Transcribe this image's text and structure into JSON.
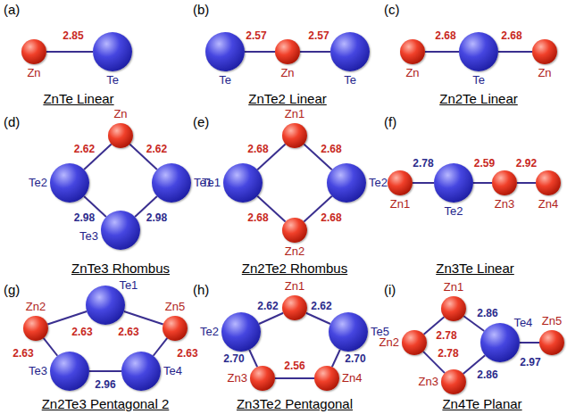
{
  "diagram": {
    "nodes": [
      {
        "text": [
          "Zn"
        ]
      },
      {
        "text": [
          "Te"
        ]
      },
      {
        "text": [
          "Te"
        ]
      },
      {
        "text": [
          "Zn"
        ]
      },
      {
        "text": [
          "Te"
        ]
      },
      {
        "text": [
          "Zn"
        ]
      },
      {
        "text": [
          "Te"
        ]
      },
      {
        "text": [
          "Zn"
        ]
      },
      {
        "text": [
          "Zn"
        ]
      },
      {
        "text": [
          "Te2"
        ]
      },
      {
        "text": [
          "Te1"
        ]
      },
      {
        "text": [
          "Te3"
        ]
      },
      {
        "text": [
          "Zn1"
        ]
      },
      {
        "text": [
          "Te1"
        ]
      },
      {
        "text": [
          "Te2"
        ]
      },
      {
        "text": [
          "Zn2"
        ]
      },
      {
        "text": [
          "Zn1"
        ]
      },
      {
        "text": [
          "Te2"
        ]
      },
      {
        "text": [
          "Zn3"
        ]
      },
      {
        "text": [
          "Zn4"
        ]
      },
      {
        "text": [
          "Te1"
        ]
      },
      {
        "text": [
          "Zn2"
        ]
      },
      {
        "text": [
          "Zn5"
        ]
      },
      {
        "text": [
          "Te3"
        ]
      },
      {
        "text": [
          "Te4"
        ]
      },
      {
        "text": [
          "Zn1"
        ]
      },
      {
        "text": [
          "Te2"
        ]
      },
      {
        "text": [
          "Te5"
        ]
      },
      {
        "text": [
          "Zn3"
        ]
      },
      {
        "text": [
          "Zn4"
        ]
      },
      {
        "text": [
          "Zn1"
        ]
      },
      {
        "text": [
          "Zn2"
        ]
      },
      {
        "text": [
          "Te4"
        ]
      },
      {
        "text": [
          "Zn3"
        ]
      },
      {
        "text": [
          "Zn5"
        ]
      }
    ],
    "edges": [
      {
        "from": 0,
        "to": 1,
        "arrow": "none",
        "label": "2.85"
      },
      {
        "from": 2,
        "to": 3,
        "arrow": "none",
        "label": "2.57"
      },
      {
        "from": 3,
        "to": 4,
        "arrow": "none",
        "label": "2.57"
      },
      {
        "from": 5,
        "to": 6,
        "arrow": "none",
        "label": "2.68"
      },
      {
        "from": 6,
        "to": 7,
        "arrow": "none",
        "label": "2.68"
      },
      {
        "from": 8,
        "to": 9,
        "arrow": "none",
        "label": "2.62"
      },
      {
        "from": 8,
        "to": 10,
        "arrow": "none",
        "label": "2.62"
      },
      {
        "from": 9,
        "to": 11,
        "arrow": "none",
        "label": "2.98"
      },
      {
        "from": 10,
        "to": 11,
        "arrow": "none",
        "label": "2.98"
      },
      {
        "from": 12,
        "to": 13,
        "arrow": "none",
        "label": "2.68"
      },
      {
        "from": 12,
        "to": 14,
        "arrow": "none",
        "label": "2.68"
      },
      {
        "from": 13,
        "to": 15,
        "arrow": "none",
        "label": "2.68"
      },
      {
        "from": 14,
        "to": 15,
        "arrow": "none",
        "label": "2.68"
      },
      {
        "from": 16,
        "to": 17,
        "arrow": "none",
        "label": "2.78"
      },
      {
        "from": 17,
        "to": 18,
        "arrow": "none",
        "label": "2.59"
      },
      {
        "from": 18,
        "to": 19,
        "arrow": "none",
        "label": "2.92"
      },
      {
        "from": 20,
        "to": 21,
        "arrow": "none",
        "label": "2.63"
      },
      {
        "from": 20,
        "to": 22,
        "arrow": "none",
        "label": "2.63"
      },
      {
        "from": 21,
        "to": 23,
        "arrow": "none",
        "label": "2.63"
      },
      {
        "from": 22,
        "to": 24,
        "arrow": "none",
        "label": "2.63"
      },
      {
        "from": 23,
        "to": 24,
        "arrow": "none",
        "label": "2.96"
      },
      {
        "from": 25,
        "to": 26,
        "arrow": "none",
        "label": "2.62"
      },
      {
        "from": 25,
        "to": 27,
        "arrow": "none",
        "label": "2.62"
      },
      {
        "from": 26,
        "to": 28,
        "arrow": "none",
        "label": "2.70"
      },
      {
        "from": 27,
        "to": 29,
        "arrow": "none",
        "label": "2.70"
      },
      {
        "from": 28,
        "to": 29,
        "arrow": "none",
        "label": "2.56"
      },
      {
        "from": 30,
        "to": 31,
        "arrow": "none",
        "label": "2.78"
      },
      {
        "from": 31,
        "to": 33,
        "arrow": "none",
        "label": "2.78"
      },
      {
        "from": 30,
        "to": 32,
        "arrow": "none",
        "label": "2.86"
      },
      {
        "from": 33,
        "to": 32,
        "arrow": "none",
        "label": "2.86"
      },
      {
        "from": 32,
        "to": 34,
        "arrow": "none",
        "label": "2.97"
      }
    ],
    "labels": [
      "(a)",
      "(b)",
      "(c)",
      "ZnTe Linear",
      "ZnTe2 Linear",
      "Zn2Te Linear",
      "(d)",
      "(e)",
      "(f)",
      "ZnTe3 Rhombus",
      "Zn2Te2 Rhombus",
      "Zn3Te Linear",
      "(g)",
      "(h)",
      "(i)",
      "Zn2Te3 Pentagonal 2",
      "Zn3Te2 Pentagonal",
      "Zn4Te Planar"
    ]
  }
}
